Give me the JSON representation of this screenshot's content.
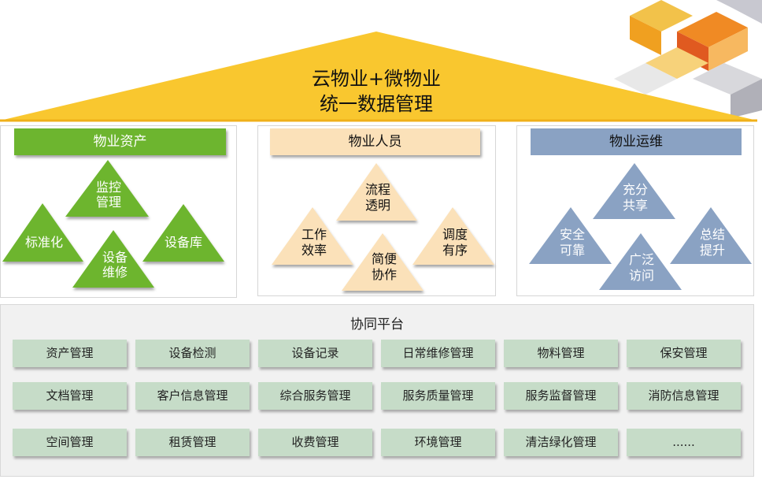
{
  "roof": {
    "line1": "云物业+微物业",
    "line2": "统一数据管理",
    "color": "#f9c72f"
  },
  "panels": [
    {
      "title": "物业资产",
      "color": "#6db52f",
      "items": [
        [
          "监控",
          "管理"
        ],
        [
          "标准化"
        ],
        [
          "设备",
          "维修"
        ],
        [
          "设备库"
        ]
      ]
    },
    {
      "title": "物业人员",
      "color": "#fbe1b9",
      "items": [
        [
          "流程",
          "透明"
        ],
        [
          "工作",
          "效率"
        ],
        [
          "简便",
          "协作"
        ],
        [
          "调度",
          "有序"
        ]
      ]
    },
    {
      "title": "物业运维",
      "color": "#8aa2c3",
      "items": [
        [
          "充分",
          "共享"
        ],
        [
          "安全",
          "可靠"
        ],
        [
          "广泛",
          "访问"
        ],
        [
          "总结",
          "提升"
        ]
      ]
    }
  ],
  "platform": {
    "title": "协同平台",
    "rows": [
      [
        "资产管理",
        "设备检测",
        "设备记录",
        "日常维修管理",
        "物料管理",
        "保安管理"
      ],
      [
        "文档管理",
        "客户信息管理",
        "综合服务管理",
        "服务质量管理",
        "服务监督管理",
        "消防信息管理"
      ],
      [
        "空间管理",
        "租赁管理",
        "收费管理",
        "环境管理",
        "清洁绿化管理",
        "......"
      ]
    ]
  }
}
